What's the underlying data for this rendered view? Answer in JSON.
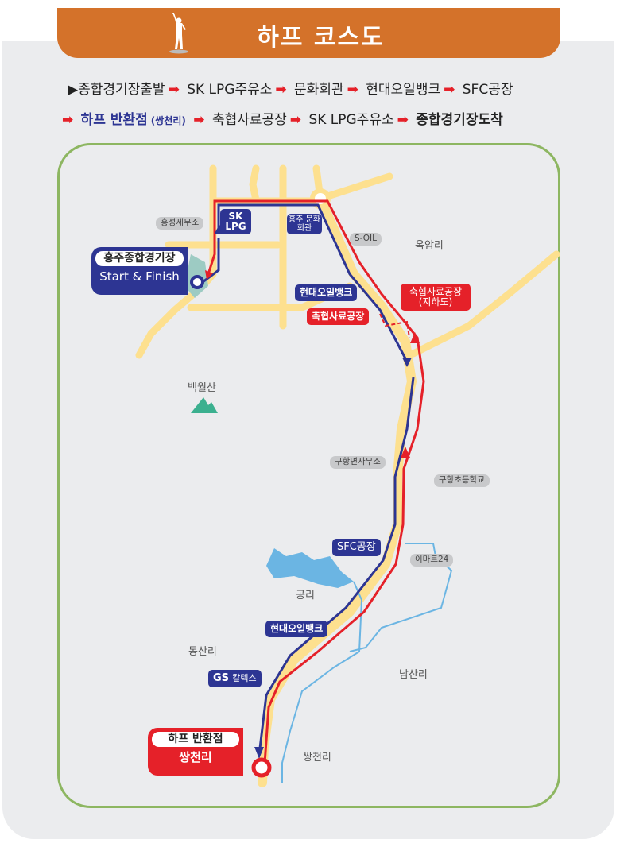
{
  "header": {
    "title": "하프 코스도",
    "icon": "runner-icon"
  },
  "sequence": {
    "line1": [
      "▶종합경기장출발",
      "SK LPG주유소",
      "문화회관",
      "현대오일뱅크",
      "SFC공장"
    ],
    "line2_highlight": "하프 반환점",
    "line2_highlight_sub": "(쌍천리)",
    "line2": [
      "축협사료공장",
      "SK LPG주유소",
      "종합경기장도착"
    ],
    "arrow": "➡"
  },
  "map": {
    "start": {
      "name": "홍주종합경기장",
      "sub": "Start & Finish"
    },
    "turn": {
      "name": "하프 반환점",
      "sub": "쌍천리"
    },
    "markers": {
      "sk_lpg": "SK LPG",
      "culture": "홍주 문화회관",
      "hyundai1": "현대오일뱅크",
      "chuk1": "축협사료공장",
      "chuk2": "축협사료공장",
      "chuk2_sub": "(지하도)",
      "sfc": "SFC공장",
      "hyundai2": "현대오일뱅크",
      "gs": "GS",
      "gs_sub": "칼텍스"
    },
    "landmarks": {
      "tax": "홍성세무소",
      "soil": "S-OIL",
      "gu_office": "구항면사무소",
      "gu_school": "구항초등학교",
      "emart": "이마트24"
    },
    "places": {
      "okam": "옥암리",
      "baekwol": "백월산",
      "gong": "공리",
      "dongsan": "동산리",
      "namsan": "남산리",
      "ssangcheon": "쌍천리"
    },
    "colors": {
      "road": "#fde08f",
      "outbound": "#2d3593",
      "return": "#e52129",
      "water": "#6bb5e3",
      "frame": "#8db661"
    }
  }
}
